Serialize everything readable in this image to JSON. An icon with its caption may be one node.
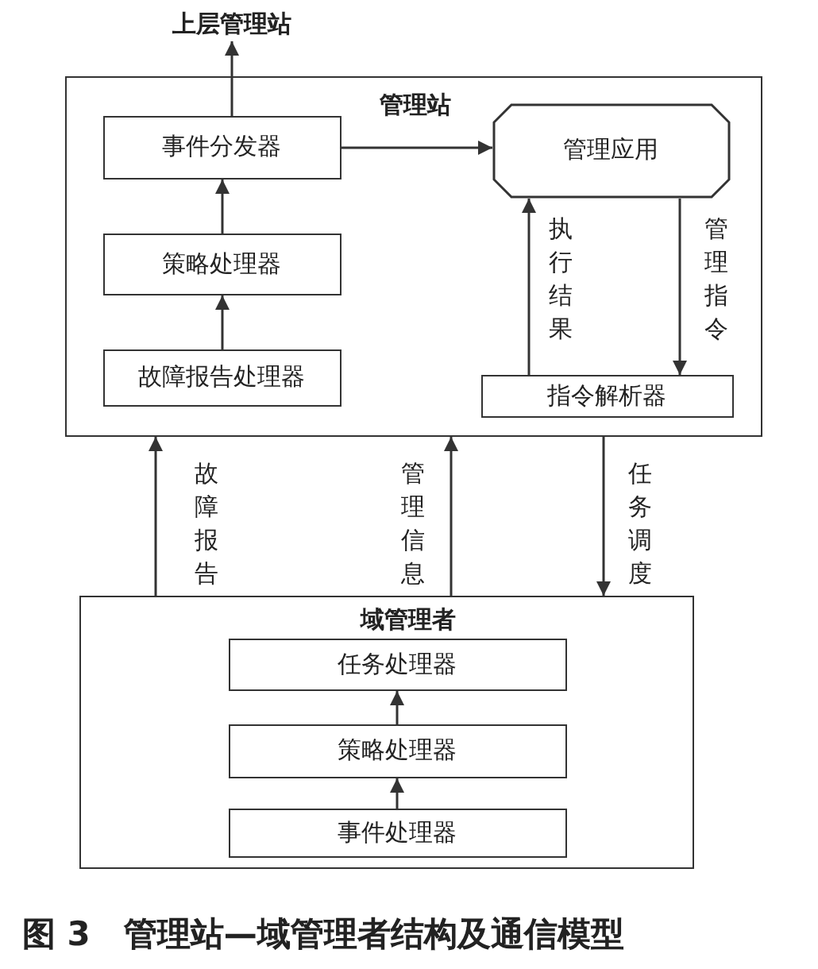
{
  "diagram": {
    "caption": "图 3　管理站—域管理者结构及通信模型",
    "nodes": [
      {
        "text": [
          "上层管理站"
        ]
      },
      {
        "text": [
          "管理站"
        ]
      },
      {
        "text": [
          "事件分发器"
        ],
        "in": 1
      },
      {
        "text": [
          "管理应用"
        ],
        "in": 1
      },
      {
        "text": [
          "策略处理器"
        ],
        "in": 1
      },
      {
        "text": [
          "故障报告处理器"
        ],
        "in": 1
      },
      {
        "text": [
          "指令解析器"
        ],
        "in": 1
      },
      {
        "text": [
          "域管理者"
        ]
      },
      {
        "text": [
          "任务处理器"
        ],
        "in": 7
      },
      {
        "text": [
          "策略处理器"
        ],
        "in": 7
      },
      {
        "text": [
          "事件处理器"
        ],
        "in": 7
      }
    ],
    "edges": [
      {
        "from": 2,
        "to": 0,
        "arrow": "to"
      },
      {
        "from": 2,
        "to": 3,
        "arrow": "to"
      },
      {
        "from": 4,
        "to": 2,
        "arrow": "to"
      },
      {
        "from": 5,
        "to": 4,
        "arrow": "to"
      },
      {
        "from": 6,
        "to": 3,
        "arrow": "to",
        "label": "执行结果"
      },
      {
        "from": 3,
        "to": 6,
        "arrow": "to",
        "label": "管理指令"
      },
      {
        "from": 7,
        "to": 1,
        "arrow": "to",
        "label": "故障报告"
      },
      {
        "from": 7,
        "to": 1,
        "arrow": "to",
        "label": "管理信息"
      },
      {
        "from": 1,
        "to": 7,
        "arrow": "to",
        "label": "任务调度"
      },
      {
        "from": 9,
        "to": 8,
        "arrow": "to"
      },
      {
        "from": 10,
        "to": 9,
        "arrow": "to"
      }
    ]
  }
}
